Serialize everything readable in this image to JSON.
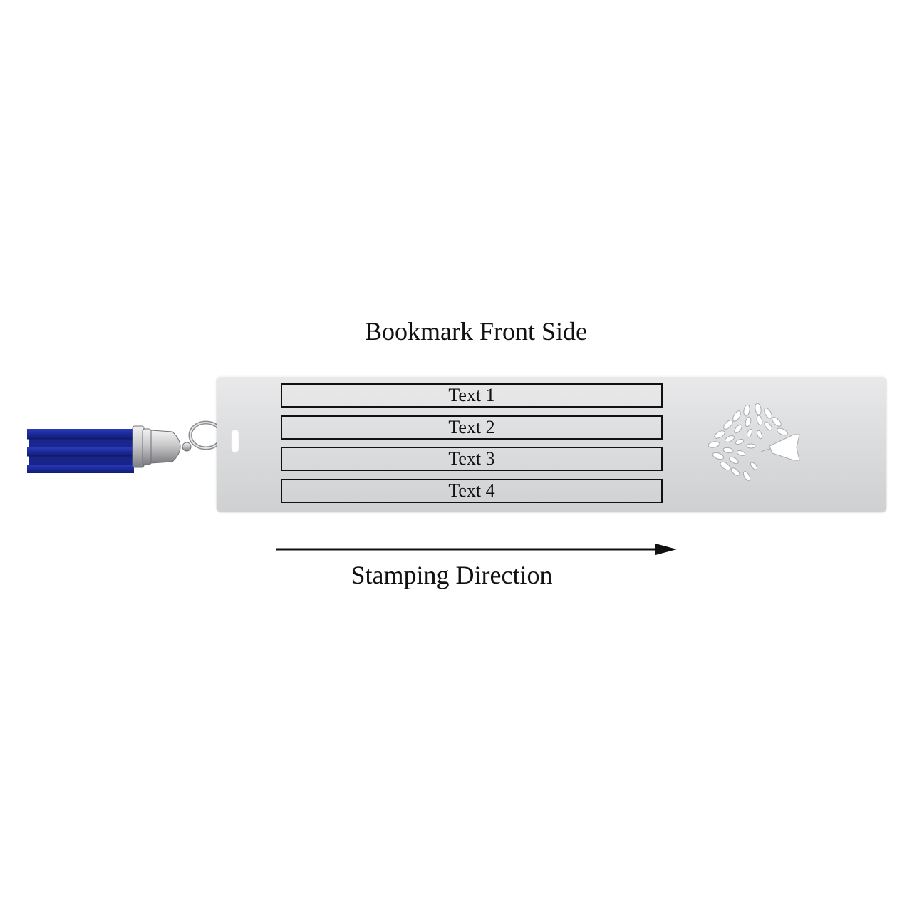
{
  "heading": "Bookmark Front Side",
  "text_fields": [
    "Text 1",
    "Text 2",
    "Text 3",
    "Text 4"
  ],
  "caption": "Stamping Direction",
  "icons": {
    "tree": "tree-of-life-icon",
    "arrow": "arrow-right-icon",
    "tassel": "tassel-icon"
  },
  "colors": {
    "tassel": "#1f2fa0",
    "metal": "#dcdddf",
    "text": "#111111"
  }
}
